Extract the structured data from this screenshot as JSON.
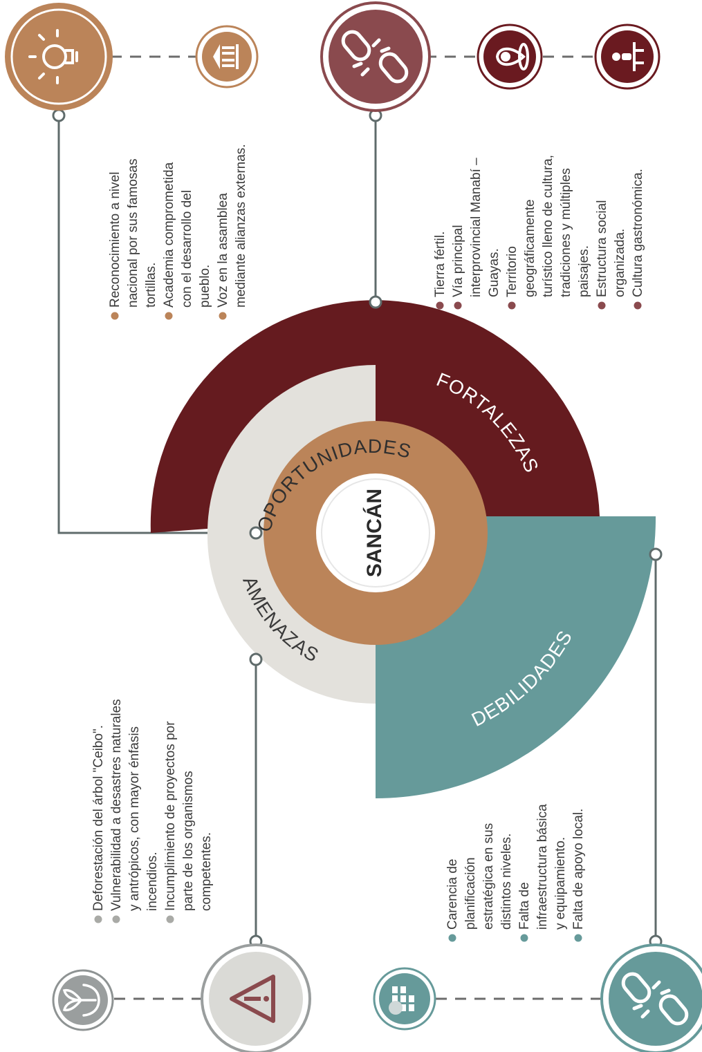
{
  "center": {
    "label": "SANCÁN"
  },
  "rings": {
    "oportunidades": "OPORTUNIDADES",
    "fortalezas": "FORTALEZAS",
    "amenazas": "AMENAZAS",
    "debilidades": "DEBILIDADES"
  },
  "colors": {
    "oportunidades": "#BB8459",
    "fortalezas": "#651B1F",
    "amenazas": "#E3E1DC",
    "debilidades": "#669A9A",
    "fortalezas_icon": "#8A4A4E",
    "line": "#5F6B6B"
  },
  "oportunidades_list": [
    "Reconocimiento a nivel",
    "nacional por sus famosas",
    "tortillas.",
    "Academia comprometida",
    "con el desarrollo del",
    "pueblo.",
    "Voz en la asamblea",
    "mediante alianzas externas."
  ],
  "fortalezas_list": [
    "Tierra fértil.",
    "Vía principal",
    "interprovincial Manabí –",
    "Guayas.",
    "Territorio",
    "geográficamente",
    "turístico lleno de cultura,",
    "tradiciones y múltiples",
    "paisajes.",
    "Estructura social",
    "organizada.",
    "Cultura gastronómica."
  ],
  "amenazas_list": [
    "Deforestación del árbol \"Ceibo\".",
    "Vulnerabilidad a desastres naturales",
    "y antrópicos, con mayor énfasis",
    "incendios.",
    "Incumplimiento de proyectos por",
    "parte de los organismos",
    "competentes."
  ],
  "debilidades_list": [
    "Carencia de",
    "planificación",
    "estratégica en sus",
    "distintos niveles.",
    "Falta de",
    "infraestructura básica",
    "y equipamiento.",
    "Falta de apoyo local."
  ],
  "icons": [
    "lightbulb-icon",
    "institution-icon",
    "broken-chain-icon",
    "location-pin-icon",
    "social-structure-icon",
    "warning-icon",
    "plant-in-hands-icon",
    "building-icon"
  ]
}
